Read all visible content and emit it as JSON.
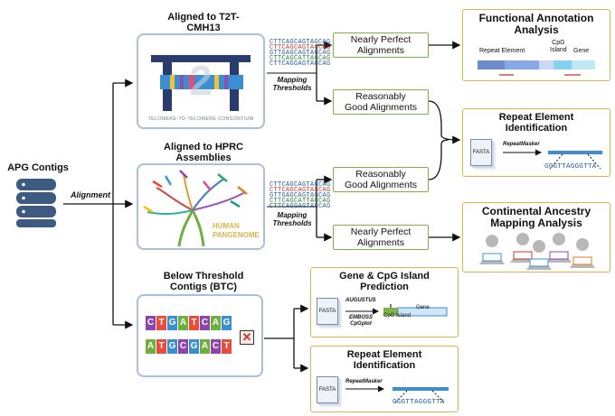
{
  "source": {
    "label": "APG Contigs",
    "edge_label": "Alignment"
  },
  "t2t": {
    "title_line1": "Aligned to T2T-",
    "title_line2": "CMH13",
    "consortium": "TELOMERE-TO-TELOMERE CONSORTIUM"
  },
  "hprc": {
    "title_line1": "Aligned to HPRC",
    "title_line2": "Assemblies",
    "logo_line1": "HUMAN",
    "logo_line2": "PANGENOME"
  },
  "btc": {
    "title_line1": "Below Threshold",
    "title_line2": "Contigs (BTC)",
    "dna_top": [
      "C",
      "T",
      "G",
      "A",
      "T",
      "C",
      "A",
      "G"
    ],
    "dna_bottom": [
      "A",
      "T",
      "G",
      "C",
      "G",
      "A",
      "C",
      "T"
    ]
  },
  "mapping_label_line1": "Mapping",
  "mapping_label_line2": "Thresholds",
  "boxes": {
    "t2t_perfect": {
      "line1": "Nearly Perfect",
      "line2": "Alignments"
    },
    "t2t_good": {
      "line1": "Reasonably",
      "line2": "Good Alignments"
    },
    "hprc_good": {
      "line1": "Reasonably",
      "line2": "Good Alignments"
    },
    "hprc_perfect": {
      "line1": "Nearly Perfect",
      "line2": "Alignments"
    }
  },
  "functional": {
    "title_line1": "Functional Annotation",
    "title_line2": "Analysis",
    "repeat": "Repeat Element",
    "cpg_line1": "CpG",
    "cpg_line2": "Island",
    "gene": "Gene"
  },
  "repeat_top": {
    "title_line1": "Repeat Element",
    "title_line2": "Identification",
    "fasta": "FASTA",
    "tool": "RepeatMasker",
    "seq": "GGGTTAGGGTTA"
  },
  "ancestry": {
    "title_line1": "Continental Ancestry",
    "title_line2": "Mapping Analysis"
  },
  "gene_pred": {
    "title_line1": "Gene & CpG Island",
    "title_line2": "Prediction",
    "fasta": "FASTA",
    "tool1": "AUGUSTUS",
    "tool2_line1": "EMBOSS",
    "tool2_line2": "CpGplot",
    "cpg": "CpG Island",
    "gene": "Gene"
  },
  "repeat_bottom": {
    "title_line1": "Repeat Element",
    "title_line2": "Identification",
    "fasta": "FASTA",
    "tool": "RepeatMasker",
    "seq": "GGGTTAGGGTTA"
  },
  "colors": {
    "green": "#7fb24a",
    "gold": "#e2b24a",
    "frame": "#a9bfdc",
    "db": "#3d5a80"
  }
}
